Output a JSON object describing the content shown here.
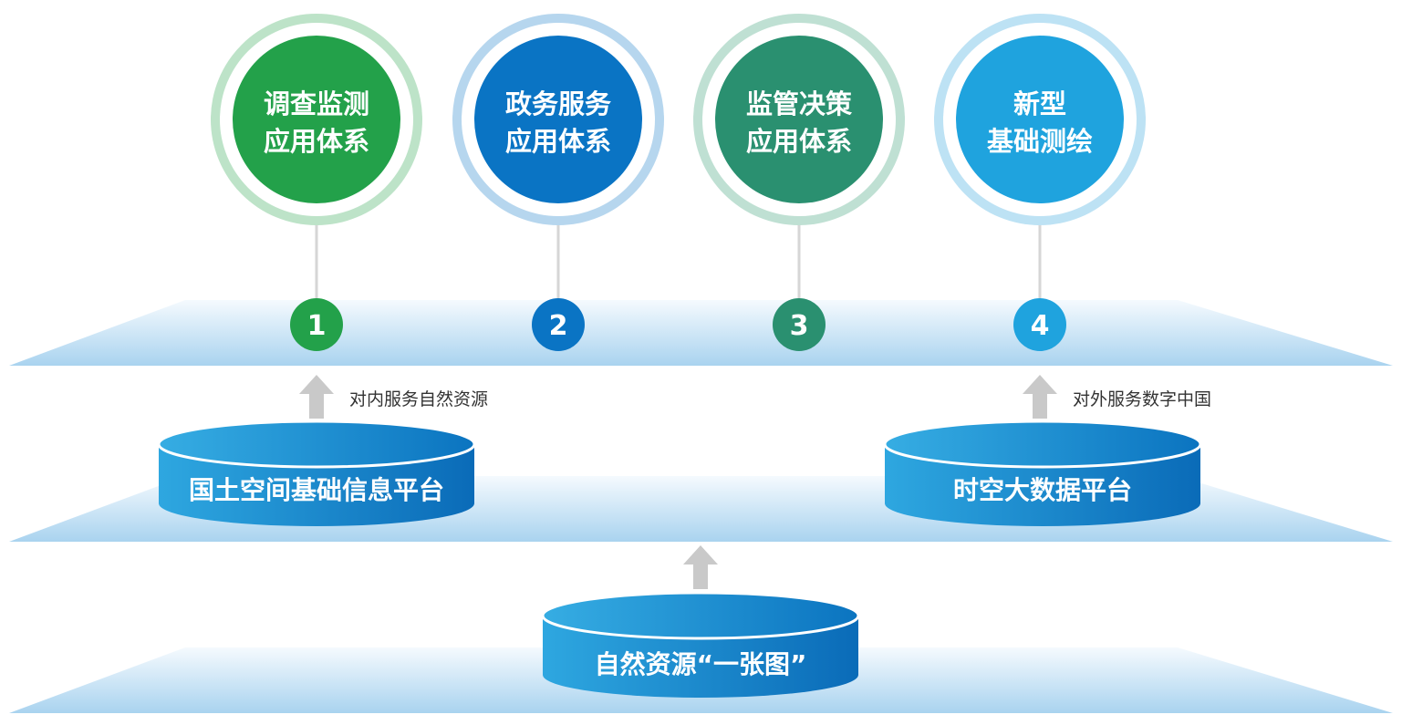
{
  "systems": [
    {
      "line1": "调查监测",
      "line2": "应用体系",
      "number": "1",
      "color": "#23a14a",
      "ring": "#bde3c8"
    },
    {
      "line1": "政务服务",
      "line2": "应用体系",
      "number": "2",
      "color": "#0a74c4",
      "ring": "#b6d6ee"
    },
    {
      "line1": "监管决策",
      "line2": "应用体系",
      "number": "3",
      "color": "#2a9070",
      "ring": "#bfe0d3"
    },
    {
      "line1": "新型",
      "line2": "基础测绘",
      "number": "4",
      "color": "#1fa3de",
      "ring": "#bde2f4"
    }
  ],
  "platforms": {
    "left": {
      "label": "国土空间基础信息平台",
      "note": "对内服务自然资源"
    },
    "right": {
      "label": "时空大数据平台",
      "note": "对外服务数字中国"
    },
    "base": {
      "label": "自然资源“一张图”"
    }
  },
  "colors": {
    "plane_top": "#f4f9fd",
    "plane_bottom": "#a8d2ef",
    "db_light": "#2ea2dd",
    "db_dark": "#0a6dbb",
    "arrow": "#c9c9c9",
    "connector": "#d6d6d6"
  }
}
